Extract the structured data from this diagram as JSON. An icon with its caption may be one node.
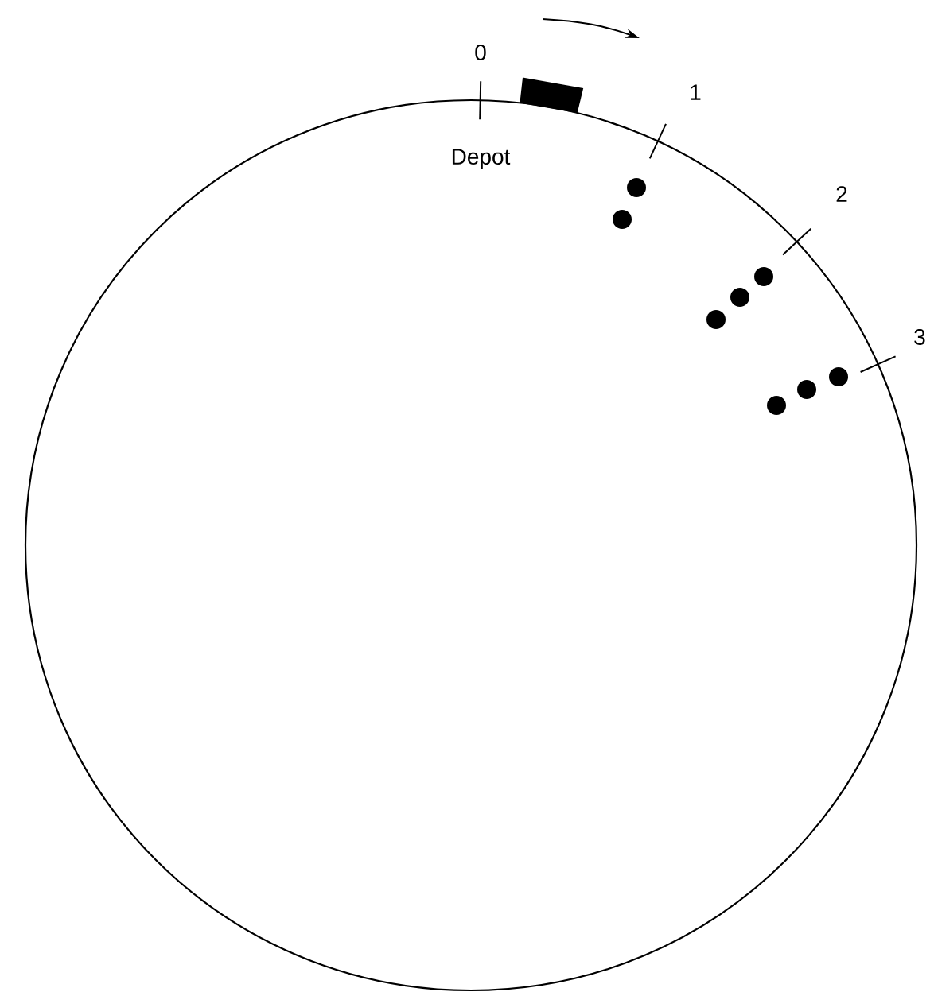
{
  "diagram": {
    "labels": [
      "0",
      "1",
      "Depot",
      "2",
      "3"
    ]
  }
}
